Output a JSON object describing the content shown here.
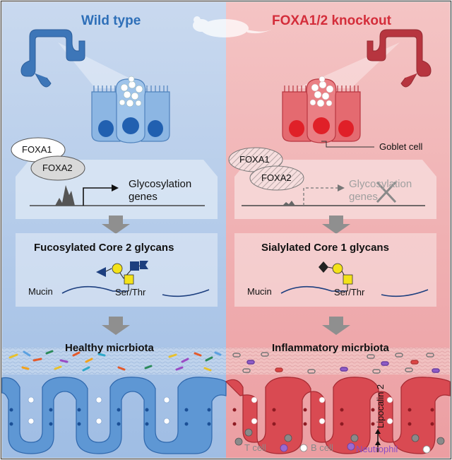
{
  "panels": {
    "left": {
      "title": "Wild type",
      "title_color": "#2e6fb8",
      "tf1": "FOXA1",
      "tf2": "FOXA2",
      "gene_label_line1": "Glycosylation",
      "gene_label_line2": "genes",
      "glycan_title": "Fucosylated Core 2 glycans",
      "mucin_label": "Mucin",
      "site_label": "Ser/Thr",
      "microbiota_title": "Healthy micrbiota"
    },
    "right": {
      "title": "FOXA1/2 knockout",
      "title_color": "#d42d3a",
      "goblet_label": "Goblet cell",
      "tf1": "FOXA1",
      "tf2": "FOXA2",
      "gene_label_line1": "Glycosylation",
      "gene_label_line2": "genes",
      "glycan_title": "Sialylated Core 1 glycans",
      "mucin_label": "Mucin",
      "site_label": "Ser/Thr",
      "microbiota_title": "Inflammatory micrbiota",
      "lipocalin_label": "Lipocalin 2",
      "t_cell_label": "T cell",
      "b_cell_label": "B cell",
      "neutrophil_label": "Neutrophil"
    }
  },
  "colors": {
    "wt_bg": "#c4d6ee",
    "ko_bg": "#f1b9b9",
    "wt_tissue": "#4a86c8",
    "ko_tissue": "#cf3b45"
  }
}
